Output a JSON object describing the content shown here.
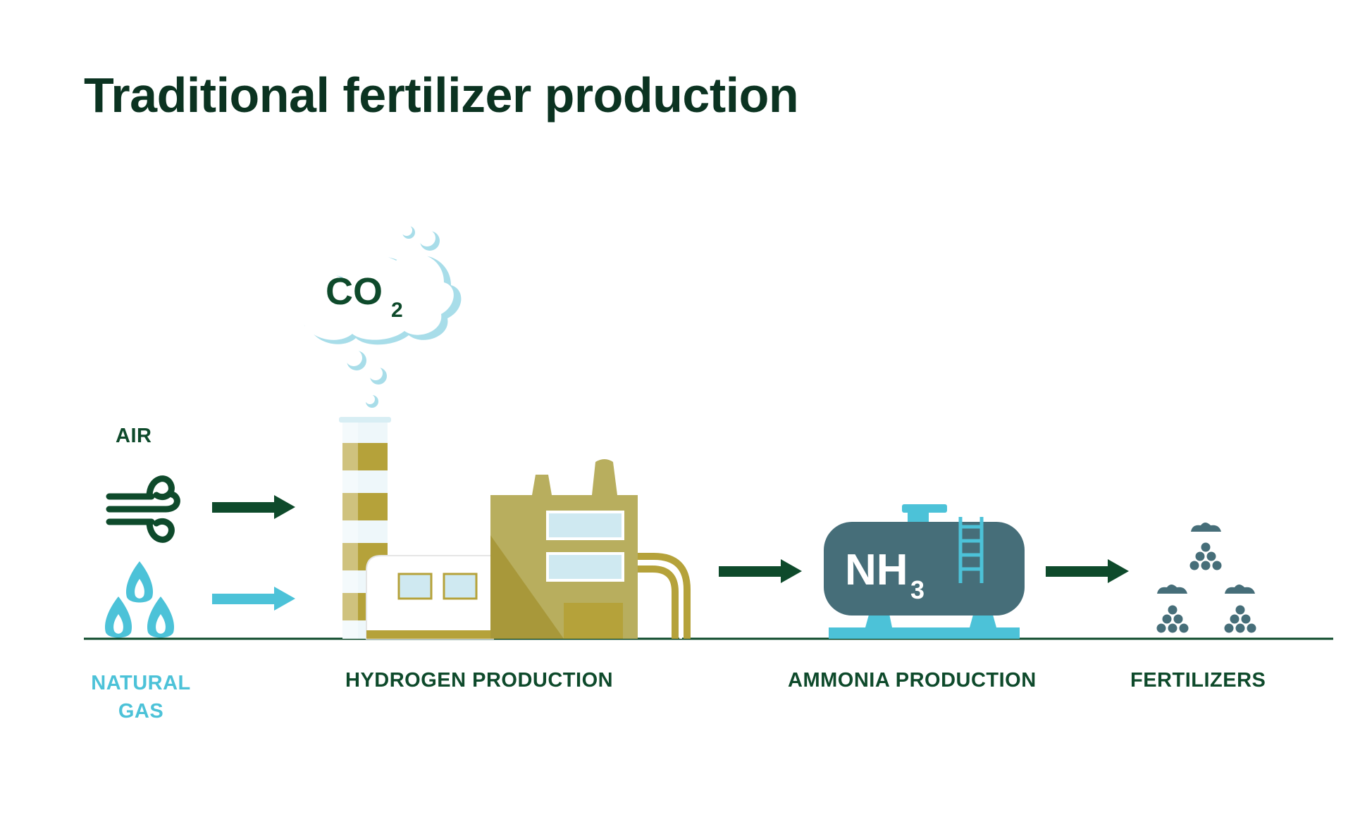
{
  "title": "Traditional fertilizer production",
  "inputs": {
    "air_label": "AIR",
    "gas_label_line1": "NATURAL",
    "gas_label_line2": "GAS"
  },
  "stages": {
    "hydrogen": "HYDROGEN PRODUCTION",
    "ammonia": "AMMONIA PRODUCTION",
    "fertilizers": "FERTILIZERS"
  },
  "emission": {
    "formula": "CO",
    "subscript": "2"
  },
  "tank": {
    "formula": "NH",
    "subscript": "3"
  },
  "colors": {
    "dark_green": "#0e4a2b",
    "cyan": "#4cc2d8",
    "olive": "#b5a23a",
    "tank_slate": "#466e79"
  },
  "icons": [
    "wind-icon",
    "flame-icon",
    "co2-cloud-icon",
    "chimney-icon",
    "factory-icon",
    "ammonia-tank-icon",
    "fertilizer-pile-icon"
  ]
}
